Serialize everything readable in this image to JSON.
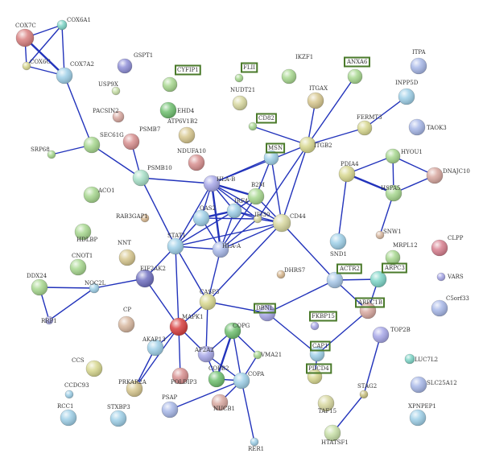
{
  "nodes": [
    {
      "id": "COX7C",
      "label": "COX7C",
      "color": "#d98080",
      "r": 11
    },
    {
      "id": "COX6A1",
      "label": "COX6A1",
      "color": "#7fd6c8",
      "r": 6
    },
    {
      "id": "COX6C",
      "label": "COX6C",
      "color": "#d8d890",
      "r": 5
    },
    {
      "id": "COX7A2",
      "label": "COX7A2",
      "color": "#9fd0e8",
      "r": 10
    },
    {
      "id": "GSPT1",
      "label": "GSPT1",
      "color": "#9090d8",
      "r": 9
    },
    {
      "id": "USP9X",
      "label": "USP9X",
      "color": "#c8e0a8",
      "r": 5
    },
    {
      "id": "CYFIP1",
      "label": "CYFIP1",
      "color": "#a8d890",
      "r": 9,
      "boxed": true
    },
    {
      "id": "FLII",
      "label": "FLII",
      "color": "#a8d890",
      "r": 5,
      "boxed": true
    },
    {
      "id": "IKZF1",
      "label": "IKZF1",
      "color": "#a8d890",
      "r": 9
    },
    {
      "id": "ANXA6",
      "label": "ANXA6",
      "color": "#a8d890",
      "r": 9,
      "boxed": true
    },
    {
      "id": "ITPA",
      "label": "ITPA",
      "color": "#a8b8e8",
      "r": 10
    },
    {
      "id": "PACSIN2",
      "label": "PACSIN2",
      "color": "#d8a8a0",
      "r": 7
    },
    {
      "id": "EHD4",
      "label": "EHD4",
      "color": "#70c070",
      "r": 10
    },
    {
      "id": "NUDT21",
      "label": "NUDT21",
      "color": "#d8d8a0",
      "r": 9
    },
    {
      "id": "ITGAX",
      "label": "ITGAX",
      "color": "#d8c890",
      "r": 10
    },
    {
      "id": "INPP5D",
      "label": "INPP5D",
      "color": "#9fd0e8",
      "r": 10
    },
    {
      "id": "FERMT3",
      "label": "FERMT3",
      "color": "#d8d890",
      "r": 9
    },
    {
      "id": "TAOK3",
      "label": "TAOK3",
      "color": "#a8b8e8",
      "r": 10
    },
    {
      "id": "PSMB7",
      "label": "PSMB7",
      "color": "#d89090",
      "r": 10
    },
    {
      "id": "ATP6V1B2",
      "label": "ATP6V1B2",
      "color": "#d8c890",
      "r": 10
    },
    {
      "id": "CD82",
      "label": "CD82",
      "color": "#a8d890",
      "r": 5,
      "boxed": true
    },
    {
      "id": "SEC61G",
      "label": "SEC61G",
      "color": "#a8d890",
      "r": 10
    },
    {
      "id": "SRP68",
      "label": "SRP68",
      "color": "#a8d890",
      "r": 5
    },
    {
      "id": "NDUFA10",
      "label": "NDUFA10",
      "color": "#d89090",
      "r": 10
    },
    {
      "id": "MSN",
      "label": "MSN",
      "color": "#9fd0e8",
      "r": 9,
      "boxed": true
    },
    {
      "id": "ITGB2",
      "label": "ITGB2",
      "color": "#d8d890",
      "r": 10
    },
    {
      "id": "HYOU1",
      "label": "HYOU1",
      "color": "#a8d890",
      "r": 9
    },
    {
      "id": "PDIA4",
      "label": "PDIA4",
      "color": "#d8d890",
      "r": 10
    },
    {
      "id": "DNAJC10",
      "label": "DNAJC10",
      "color": "#d8a8a0",
      "r": 10
    },
    {
      "id": "PSMB10",
      "label": "PSMB10",
      "color": "#a8e0c8",
      "r": 10
    },
    {
      "id": "HLA-B",
      "label": "HLA-B",
      "color": "#a8a8e8",
      "r": 10
    },
    {
      "id": "ACO1",
      "label": "ACO1",
      "color": "#a8d890",
      "r": 10
    },
    {
      "id": "HSPA5",
      "label": "HSPA5",
      "color": "#a8d890",
      "r": 10
    },
    {
      "id": "B2M",
      "label": "B2M",
      "color": "#a8d890",
      "r": 10
    },
    {
      "id": "IRF4",
      "label": "IRF4",
      "color": "#9fd0e8",
      "r": 9
    },
    {
      "id": "OAS2",
      "label": "OAS2",
      "color": "#9fd0e8",
      "r": 10
    },
    {
      "id": "IFI30",
      "label": "IFI30",
      "color": "#d8d8a0",
      "r": 5
    },
    {
      "id": "CD44",
      "label": "CD44",
      "color": "#d8d8a0",
      "r": 11
    },
    {
      "id": "RAB3GAP1",
      "label": "RAB3GAP1",
      "color": "#d8b890",
      "r": 5
    },
    {
      "id": "HDLBP",
      "label": "HDLBP",
      "color": "#a8d890",
      "r": 10
    },
    {
      "id": "STAT1",
      "label": "STAT1",
      "color": "#9fd0e8",
      "r": 10
    },
    {
      "id": "HLA-A",
      "label": "HLA-A",
      "color": "#a8b8e8",
      "r": 10
    },
    {
      "id": "SND1",
      "label": "SND1",
      "color": "#9fd0e8",
      "r": 10
    },
    {
      "id": "SNW1",
      "label": "SNW1",
      "color": "#d8b8a0",
      "r": 5
    },
    {
      "id": "NNT",
      "label": "NNT",
      "color": "#d8c890",
      "r": 10
    },
    {
      "id": "CNOT1",
      "label": "CNOT1",
      "color": "#a8d890",
      "r": 10
    },
    {
      "id": "MRPL12",
      "label": "MRPL12",
      "color": "#a8d890",
      "r": 9
    },
    {
      "id": "CLPP",
      "label": "CLPP",
      "color": "#d88090",
      "r": 10
    },
    {
      "id": "EIF2AK2",
      "label": "EIF2AK2",
      "color": "#7070c0",
      "r": 11
    },
    {
      "id": "DHRS7",
      "label": "DHRS7",
      "color": "#d8b890",
      "r": 5
    },
    {
      "id": "ACTR2",
      "label": "ACTR2",
      "color": "#a8c8e8",
      "r": 10,
      "boxed": true
    },
    {
      "id": "ARPC3",
      "label": "ARPC3",
      "color": "#7fd6c8",
      "r": 10,
      "boxed": true
    },
    {
      "id": "DDX24",
      "label": "DDX24",
      "color": "#a8d890",
      "r": 10
    },
    {
      "id": "NOC2L",
      "label": "NOC2L",
      "color": "#9fd0e8",
      "r": 6
    },
    {
      "id": "VARS",
      "label": "VARS",
      "color": "#a8a8e8",
      "r": 5
    },
    {
      "id": "CASP3",
      "label": "CASP3",
      "color": "#d8d890",
      "r": 10
    },
    {
      "id": "DBNL",
      "label": "DBNL",
      "color": "#a8a8e8",
      "r": 10,
      "boxed": true
    },
    {
      "id": "ARPC1B",
      "label": "ARPC1B",
      "color": "#d8a8a0",
      "r": 10,
      "boxed": true
    },
    {
      "id": "C5orf33",
      "label": "C5orf33",
      "color": "#a8b8e8",
      "r": 10
    },
    {
      "id": "RRP1",
      "label": "RRP1",
      "color": "#a8a8e8",
      "r": 5
    },
    {
      "id": "CP",
      "label": "CP",
      "color": "#d8b8a0",
      "r": 10
    },
    {
      "id": "MAPK1",
      "label": "MAPK1",
      "color": "#d84040",
      "r": 11
    },
    {
      "id": "COPG",
      "label": "COPG",
      "color": "#70c070",
      "r": 10
    },
    {
      "id": "FKBP15",
      "label": "FKBP15",
      "color": "#a8a8e8",
      "r": 5,
      "boxed": true
    },
    {
      "id": "TOP2B",
      "label": "TOP2B",
      "color": "#a8a8e8",
      "r": 10
    },
    {
      "id": "AKAP13",
      "label": "AKAP13",
      "color": "#9fd0e8",
      "r": 10
    },
    {
      "id": "AP2A2",
      "label": "AP2A2",
      "color": "#a8a8e8",
      "r": 10
    },
    {
      "id": "VMA21",
      "label": "VMA21",
      "color": "#a8d890",
      "r": 5
    },
    {
      "id": "CAP1",
      "label": "CAP1",
      "color": "#9fd0e8",
      "r": 9,
      "boxed": true
    },
    {
      "id": "LUC7L2",
      "label": "LUC7L2",
      "color": "#7fd6c8",
      "r": 6
    },
    {
      "id": "CCS",
      "label": "CCS",
      "color": "#d8d890",
      "r": 10
    },
    {
      "id": "POLDIP3",
      "label": "POLDIP3",
      "color": "#d89090",
      "r": 10
    },
    {
      "id": "COPB2",
      "label": "COPB2",
      "color": "#70c070",
      "r": 10
    },
    {
      "id": "COPA",
      "label": "COPA",
      "color": "#9fd0e8",
      "r": 10
    },
    {
      "id": "PDCD4",
      "label": "PDCD4",
      "color": "#d8d890",
      "r": 9,
      "boxed": true
    },
    {
      "id": "SLC25A12",
      "label": "SLC25A12",
      "color": "#a8b8e8",
      "r": 10
    },
    {
      "id": "PRKAR2A",
      "label": "PRKAR2A",
      "color": "#d8c890",
      "r": 10
    },
    {
      "id": "CCDC93",
      "label": "CCDC93",
      "color": "#9fd0e8",
      "r": 5
    },
    {
      "id": "NUCB1",
      "label": "NUCB1",
      "color": "#d8a8a0",
      "r": 10
    },
    {
      "id": "TAF15",
      "label": "TAF15",
      "color": "#d8d8a0",
      "r": 10
    },
    {
      "id": "STAG2",
      "label": "STAG2",
      "color": "#c8c080",
      "r": 5
    },
    {
      "id": "RCC1",
      "label": "RCC1",
      "color": "#9fd0e8",
      "r": 10
    },
    {
      "id": "STXBP3",
      "label": "STXBP3",
      "color": "#9fd0e8",
      "r": 10
    },
    {
      "id": "PSAP",
      "label": "PSAP",
      "color": "#a8b8e8",
      "r": 10
    },
    {
      "id": "XPNPEP1",
      "label": "XPNPEP1",
      "color": "#9fd0e8",
      "r": 10
    },
    {
      "id": "HTATSF1",
      "label": "HTATSF1",
      "color": "#c8e0a8",
      "r": 10
    },
    {
      "id": "RER1",
      "label": "RER1",
      "color": "#9fd0e8",
      "r": 5
    }
  ],
  "edges": [
    [
      "COX7C",
      "COX6A1"
    ],
    [
      "COX7C",
      "COX6C"
    ],
    [
      "COX7C",
      "COX7A2"
    ],
    [
      "COX6A1",
      "COX6C"
    ],
    [
      "COX6A1",
      "COX7A2"
    ],
    [
      "COX6C",
      "COX7A2"
    ],
    [
      "COX7A2",
      "SEC61G"
    ],
    [
      "SEC61G",
      "SRP68"
    ],
    [
      "SEC61G",
      "PSMB10"
    ],
    [
      "PSMB7",
      "PSMB10"
    ],
    [
      "PSMB10",
      "HLA-B"
    ],
    [
      "PSMB10",
      "STAT1"
    ],
    [
      "HLA-B",
      "B2M"
    ],
    [
      "HLA-B",
      "IRF4"
    ],
    [
      "HLA-B",
      "OAS2"
    ],
    [
      "HLA-B",
      "IFI30"
    ],
    [
      "HLA-B",
      "CD44"
    ],
    [
      "HLA-B",
      "HLA-A"
    ],
    [
      "HLA-B",
      "STAT1"
    ],
    [
      "HLA-B",
      "MSN"
    ],
    [
      "MSN",
      "CD44"
    ],
    [
      "MSN",
      "B2M"
    ],
    [
      "B2M",
      "IRF4"
    ],
    [
      "B2M",
      "HLA-A"
    ],
    [
      "B2M",
      "CD44"
    ],
    [
      "IRF4",
      "OAS2"
    ],
    [
      "IRF4",
      "STAT1"
    ],
    [
      "IRF4",
      "HLA-A"
    ],
    [
      "IRF4",
      "CD44"
    ],
    [
      "IRF4",
      "IFI30"
    ],
    [
      "OAS2",
      "STAT1"
    ],
    [
      "OAS2",
      "HLA-A"
    ],
    [
      "OAS2",
      "IFI30"
    ],
    [
      "IFI30",
      "CD44"
    ],
    [
      "IFI30",
      "HLA-A"
    ],
    [
      "CD44",
      "ITGB2"
    ],
    [
      "CD44",
      "HLA-A"
    ],
    [
      "CD44",
      "STAT1"
    ],
    [
      "CD44",
      "CASP3"
    ],
    [
      "CD44",
      "ACTR2"
    ],
    [
      "ITGB2",
      "CD82"
    ],
    [
      "ITGB2",
      "ITGAX"
    ],
    [
      "ITGB2",
      "FERMT3"
    ],
    [
      "ITGB2",
      "ANXA6"
    ],
    [
      "ITGB2",
      "HLA-B"
    ],
    [
      "ITGB2",
      "IFI30"
    ],
    [
      "FERMT3",
      "INPP5D"
    ],
    [
      "PDIA4",
      "HYOU1"
    ],
    [
      "PDIA4",
      "HSPA5"
    ],
    [
      "PDIA4",
      "SND1"
    ],
    [
      "HYOU1",
      "HSPA5"
    ],
    [
      "HSPA5",
      "DNAJC10"
    ],
    [
      "HSPA5",
      "SNW1"
    ],
    [
      "HYOU1",
      "DNAJC10"
    ],
    [
      "STAT1",
      "HLA-A"
    ],
    [
      "STAT1",
      "EIF2AK2"
    ],
    [
      "STAT1",
      "MAPK1"
    ],
    [
      "STAT1",
      "CASP3"
    ],
    [
      "EIF2AK2",
      "NOC2L"
    ],
    [
      "EIF2AK2",
      "MAPK1"
    ],
    [
      "NOC2L",
      "DDX24"
    ],
    [
      "NOC2L",
      "RRP1"
    ],
    [
      "DDX24",
      "RRP1"
    ],
    [
      "HLA-A",
      "CASP3"
    ],
    [
      "CASP3",
      "MAPK1"
    ],
    [
      "CASP3",
      "DBNL"
    ],
    [
      "CASP3",
      "AP2A2"
    ],
    [
      "DBNL",
      "ACTR2"
    ],
    [
      "DBNL",
      "CAP1"
    ],
    [
      "ACTR2",
      "ARPC3"
    ],
    [
      "ACTR2",
      "ARPC1B"
    ],
    [
      "ARPC3",
      "ARPC1B"
    ],
    [
      "ARPC1B",
      "CAP1"
    ],
    [
      "MAPK1",
      "AKAP13"
    ],
    [
      "MAPK1",
      "PRKAR2A"
    ],
    [
      "MAPK1",
      "POLDIP3"
    ],
    [
      "MAPK1",
      "AP2A2"
    ],
    [
      "AKAP13",
      "PRKAR2A"
    ],
    [
      "AP2A2",
      "COPB2"
    ],
    [
      "AP2A2",
      "COPA"
    ],
    [
      "AP2A2",
      "COPG"
    ],
    [
      "COPG",
      "COPB2"
    ],
    [
      "COPG",
      "COPA"
    ],
    [
      "COPG",
      "VMA21"
    ],
    [
      "COPB2",
      "COPA"
    ],
    [
      "VMA21",
      "COPA"
    ],
    [
      "COPA",
      "NUCB1"
    ],
    [
      "COPA",
      "RER1"
    ],
    [
      "COPA",
      "PSAP"
    ],
    [
      "TOP2B",
      "STAG2"
    ],
    [
      "STAG2",
      "HTATSF1"
    ],
    [
      "PDCD4",
      "CAP1"
    ]
  ],
  "thick_edges": [
    [
      "HLA-B",
      "B2M"
    ],
    [
      "HLA-B",
      "HLA-A"
    ],
    [
      "IRF4",
      "OAS2"
    ],
    [
      "PDIA4",
      "HSPA5"
    ],
    [
      "COPG",
      "COPB2"
    ],
    [
      "COX7C",
      "COX7A2"
    ]
  ]
}
